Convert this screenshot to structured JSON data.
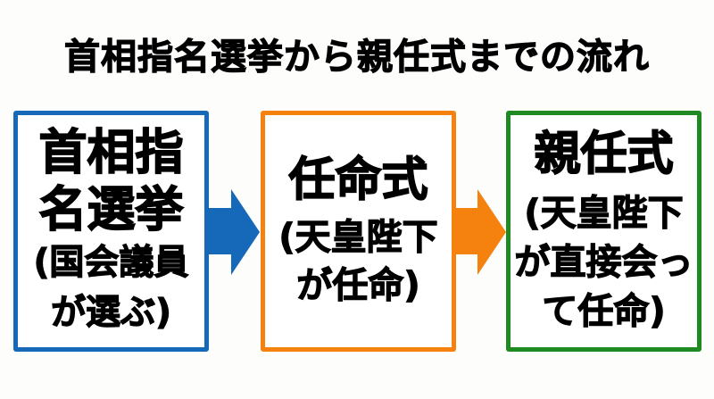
{
  "title": "首相指名選挙から親任式までの流れ",
  "colors": {
    "step1": "#1669b8",
    "step2": "#f5820f",
    "step3": "#1f8a22",
    "text": "#000000",
    "background": "#fdfdfc"
  },
  "steps": [
    {
      "heading_lines": [
        "首相指",
        "名選挙"
      ],
      "sub_lines": [
        "(国会議員",
        "が選ぶ)"
      ]
    },
    {
      "heading_lines": [
        "任命式"
      ],
      "sub_lines": [
        "(天皇陛下",
        "が任命)"
      ]
    },
    {
      "heading_lines": [
        "親任式"
      ],
      "sub_lines": [
        "(天皇陛下",
        "が直接会っ",
        "て任命)"
      ]
    }
  ],
  "arrows": [
    {
      "icon": "arrow-right-icon",
      "color": "#1669b8"
    },
    {
      "icon": "arrow-right-icon",
      "color": "#f5820f"
    }
  ]
}
